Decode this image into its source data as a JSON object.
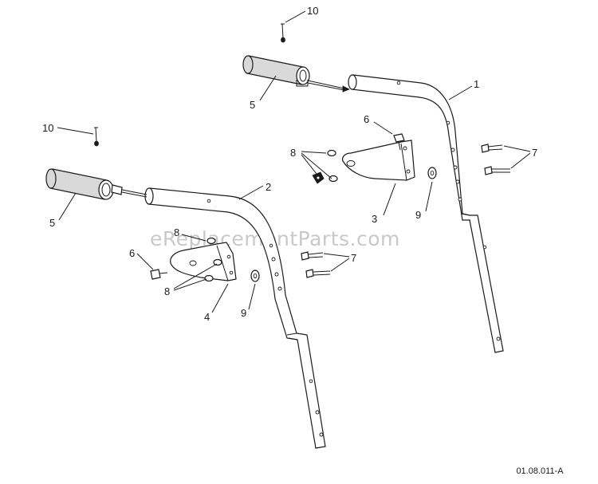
{
  "watermark": "eReplacementParts.com",
  "drawing_id": "01.08.011-A",
  "callouts": {
    "c10_top": "10",
    "c1": "1",
    "c5_top": "5",
    "c6_top": "6",
    "c8_top": "8",
    "c7_top": "7",
    "c9_top": "9",
    "c3": "3",
    "c10_left": "10",
    "c2": "2",
    "c5_left": "5",
    "c8_mid": "8",
    "c6_left": "6",
    "c8_low": "8",
    "c7_mid": "7",
    "c4": "4",
    "c9_left": "9"
  }
}
